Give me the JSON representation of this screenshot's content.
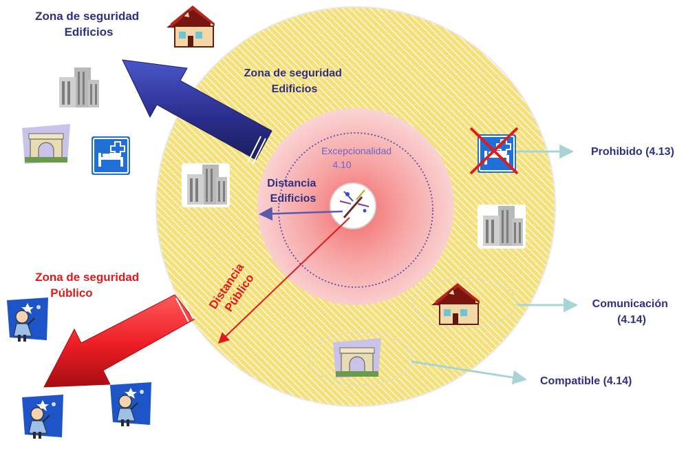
{
  "labels": {
    "zona_edificios_top_1": "Zona de seguridad",
    "zona_edificios_top_2": "Edificios",
    "zona_edificios_ring_1": "Zona de seguridad",
    "zona_edificios_ring_2": "Edificios",
    "zona_publico_1": "Zona de seguridad",
    "zona_publico_2": "Público",
    "excepcionalidad_1": "Excepcionalidad",
    "excepcionalidad_2": "4.10",
    "distancia_edificios_1": "Distancia",
    "distancia_edificios_2": "Edificios",
    "distancia_publico_1": "Distancia",
    "distancia_publico_2": "Público",
    "prohibido": "Prohibido (4.13)",
    "comunicacion_1": "Comunicación",
    "comunicacion_2": "(4.14)",
    "compatible": "Compatible (4.14)"
  },
  "icons": [
    "house-icon",
    "office-building-icon",
    "monument-arch-icon",
    "hospital-bed-icon",
    "firework-icon",
    "spectator-icon"
  ],
  "colors": {
    "navy_text": "#2f2f80",
    "red_text": "#e3181b",
    "outer_zone_yellow": "#f3dc63",
    "inner_zone_pink": "#f7a9a9",
    "navy_arrow": "#2b2f8f",
    "red_arrow": "#ec1c24",
    "connector_teal": "#a9d4d6"
  }
}
